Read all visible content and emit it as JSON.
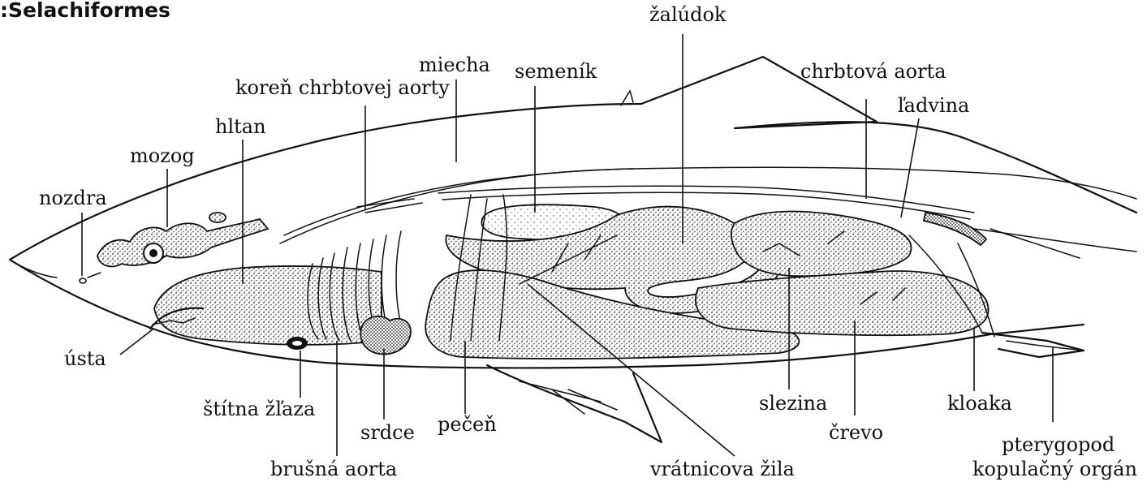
{
  "heading": ":Selachiformes",
  "labels": {
    "zaludok": "žalúdok",
    "miecha": "miecha",
    "semenik": "semeník",
    "chrbtova_aorta": "chrbtová aorta",
    "koren": "koreň chrbtovej aorty",
    "radvina": "ľadvina",
    "hltan": "hltan",
    "mozog": "mozog",
    "nozdra": "nozdra",
    "usta": "ústa",
    "stitna": "štítna žľaza",
    "srdce": "srdce",
    "pecen": "pečeň",
    "brusna": "brušná aorta",
    "vratnicova": "vrátnicova žila",
    "slezina": "slezina",
    "crevo": "črevo",
    "kloaka": "kloaka",
    "pterygopod": "pterygopod",
    "kopulacny": "kopulačný orgán"
  }
}
